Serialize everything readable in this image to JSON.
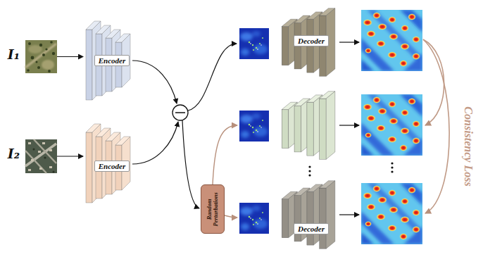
{
  "diagram": {
    "nodes": [
      {
        "text": [
          "I₁"
        ]
      },
      {
        "text": [
          "Encoder"
        ]
      },
      {
        "text": [
          "I₂"
        ]
      },
      {
        "text": [
          "Encoder"
        ]
      },
      {
        "text": [
          "Random Perturbations"
        ]
      },
      {
        "text": [
          "Decoder"
        ]
      },
      {
        "text": [
          "Decoder"
        ]
      }
    ],
    "edges": [
      {
        "from": 0,
        "to": 1,
        "arrow": "to"
      },
      {
        "from": 2,
        "to": 3,
        "arrow": "to"
      }
    ],
    "labels": [
      "Consistency Loss"
    ]
  }
}
